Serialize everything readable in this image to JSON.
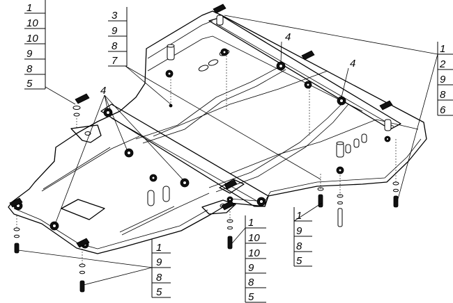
{
  "callouts": {
    "top_left": [
      "1",
      "10",
      "10",
      "9",
      "8",
      "5"
    ],
    "upper_center": [
      "3",
      "9",
      "8",
      "7"
    ],
    "right": [
      "1",
      "2",
      "9",
      "8",
      "6"
    ],
    "bottom_left": [
      "1",
      "9",
      "8",
      "5"
    ],
    "bottom_center": [
      "1",
      "10",
      "10",
      "9",
      "8",
      "5"
    ],
    "bottom_right": [
      "1",
      "9",
      "8",
      "5"
    ],
    "label_4_left": "4",
    "label_4_center": "4",
    "label_4_right": "4"
  }
}
